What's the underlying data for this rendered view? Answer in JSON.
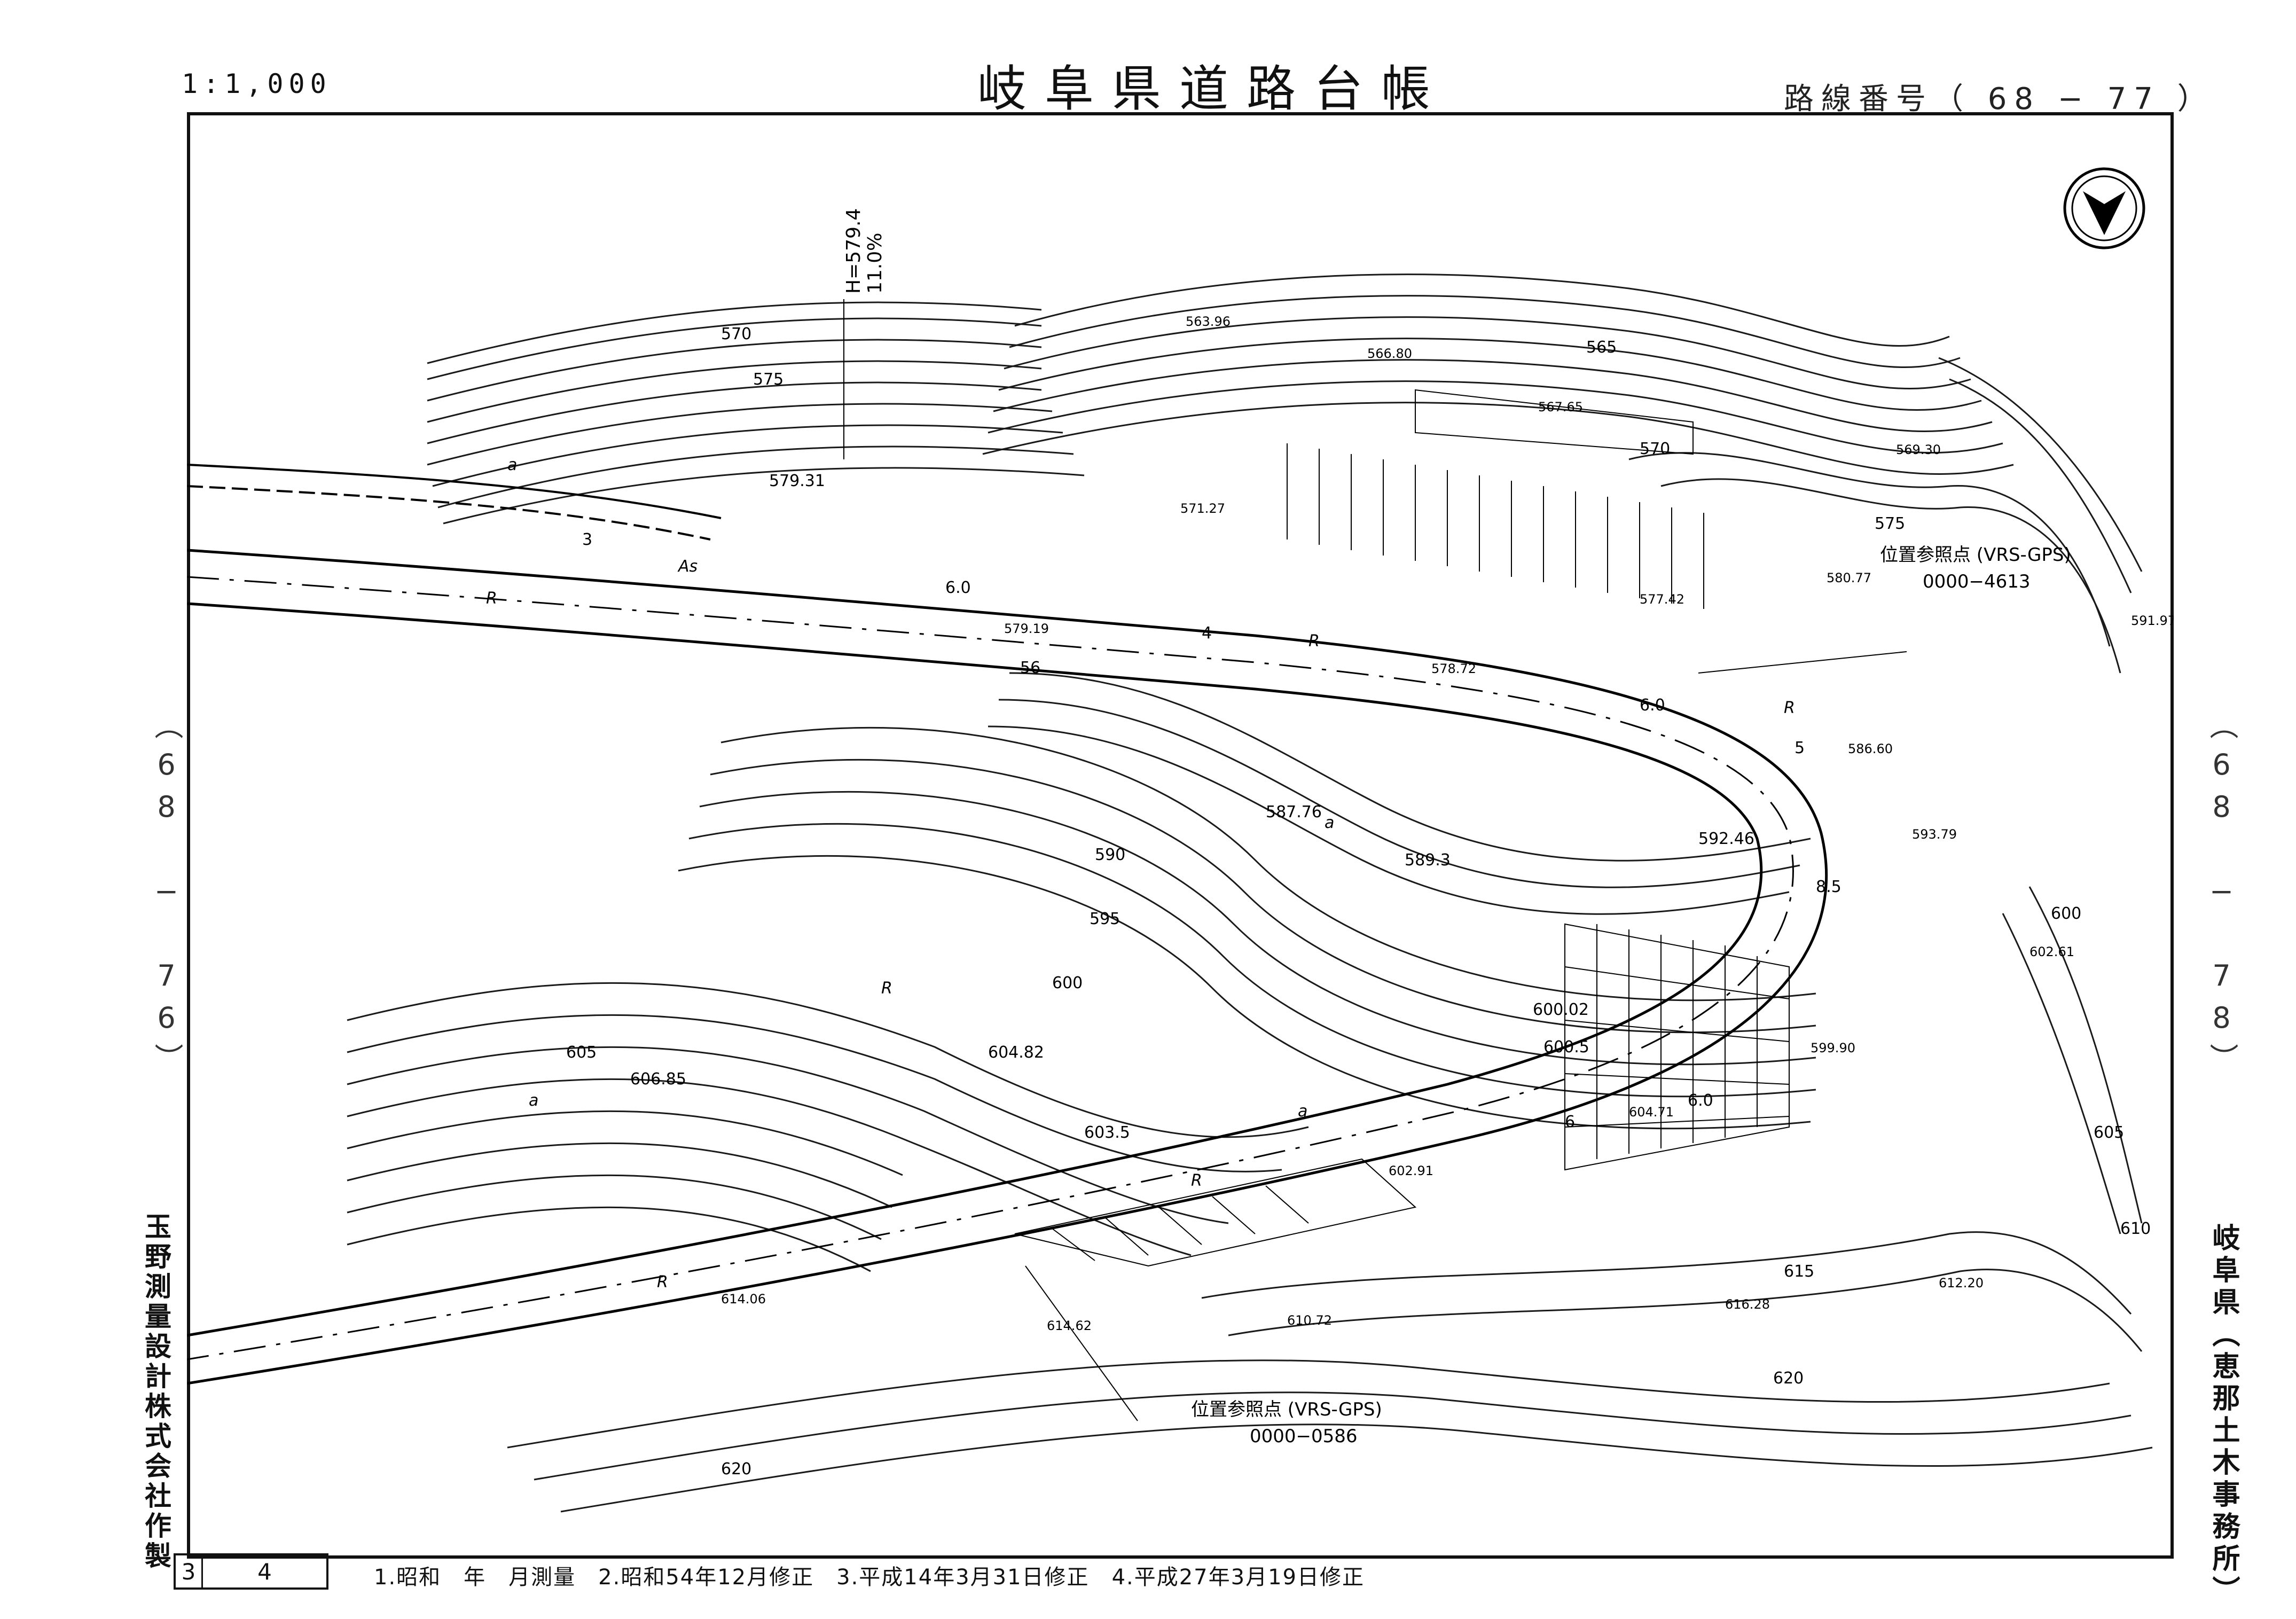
{
  "header": {
    "scale": "1:1,000",
    "title": "岐阜県道路台帳",
    "route_number": "路線番号（ 68 − 77 ）"
  },
  "adjacent_sheets": {
    "left": "（68 − 76）",
    "right": "（68 − 78）"
  },
  "surveyor": "玉野測量設計株式会社作製",
  "office": "岐阜県（恵那土木事務所）",
  "sheet_number": {
    "first": "3",
    "second": "4"
  },
  "history": [
    "1.昭和　年　月測量",
    "2.昭和54年12月修正",
    "3.平成14年3月31日修正",
    "4.平成27年3月19日修正"
  ],
  "icons": {
    "north_arrow": "north-arrow-icon"
  },
  "map": {
    "reference_points": [
      {
        "title": "位置参照点 (VRS-GPS)",
        "code": "0000−4613"
      },
      {
        "title": "位置参照点 (VRS-GPS)",
        "code": "0000−0586"
      }
    ],
    "grade_note": {
      "height": "H=579.4",
      "grade": "11.0%"
    },
    "contour_labels": [
      "570",
      "575",
      "565",
      "570",
      "575",
      "590",
      "595",
      "600",
      "605",
      "600",
      "605",
      "610",
      "615",
      "620",
      "620"
    ],
    "spot_heights": [
      "563.96",
      "566.80",
      "567.65",
      "569.30",
      "571.27",
      "577.42",
      "580.77",
      "591.97",
      "579.19",
      "578.72",
      "586.60",
      "593.79",
      "602.61",
      "599.90",
      "604.71",
      "602.91",
      "612.20",
      "616.28",
      "614.06",
      "614.62",
      "610.72"
    ],
    "road_elevations": [
      "579.31",
      "587.76",
      "589.3",
      "592.46",
      "604.82",
      "606.85",
      "603.5",
      "600.02",
      "600.5"
    ],
    "station_numbers": [
      "3",
      "4",
      "5",
      "6",
      "56",
      "6.0",
      "6.0",
      "6.0",
      "8.5"
    ],
    "symbols": [
      "As",
      "R",
      "R",
      "R",
      "R",
      "R",
      "R",
      "a",
      "a",
      "a",
      "a"
    ]
  }
}
